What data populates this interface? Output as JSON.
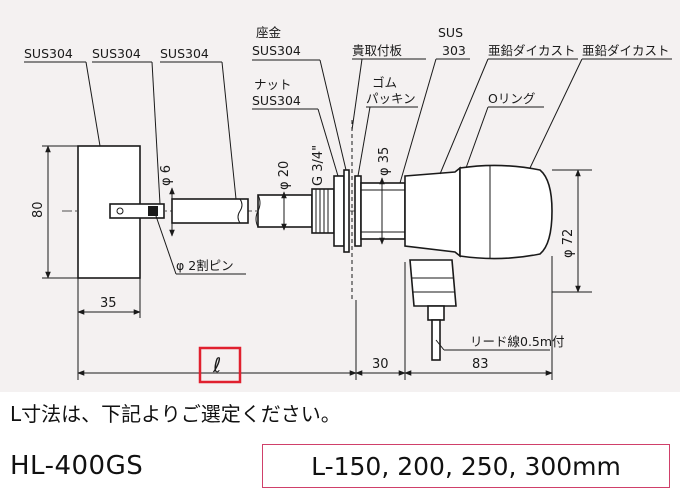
{
  "labels": {
    "sus304_a": "SUS304",
    "sus304_b": "SUS304",
    "sus304_c": "SUS304",
    "washer_line1": "座金",
    "washer_line2": "SUS304",
    "nut_line1": "ナット",
    "nut_line2": "SUS304",
    "penetration_plate": "貴取付板",
    "rubber_line1": "ゴム",
    "rubber_line2": "パッキン",
    "sus303_line1": "SUS",
    "sus303_line2": "303",
    "zinc_a": "亜鉛ダイカスト",
    "zinc_b": "亜鉛ダイカスト",
    "oring": "Oリング",
    "pin": "φ 2割ピン",
    "lead": "リード線0.5m付"
  },
  "dimensions": {
    "d80": "80",
    "d35": "35",
    "phi6": "φ 6",
    "phi20": "φ 20",
    "thread": "G 3/4\"",
    "phi35": "φ 35",
    "phi72": "φ 72",
    "l_symbol": "ℓ",
    "d30": "30",
    "d83": "83"
  },
  "instruction": "L寸法は、下記よりご選定ください。",
  "model": "HL-400GS",
  "lengths": "L-150, 200, 250, 300mm",
  "colors": {
    "accent_box": "#d0406a",
    "drawing_bg": "#f4f1f1"
  }
}
